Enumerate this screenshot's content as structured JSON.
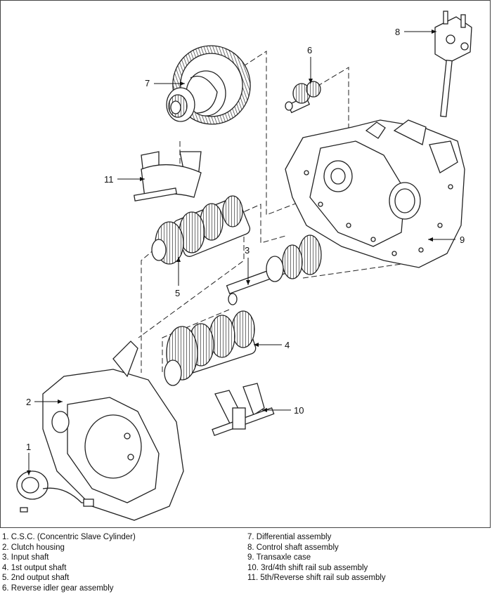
{
  "callouts": {
    "c1": "1",
    "c2": "2",
    "c3": "3",
    "c4": "4",
    "c5": "5",
    "c6": "6",
    "c7": "7",
    "c8": "8",
    "c9": "9",
    "c10": "10",
    "c11": "11"
  },
  "legend": {
    "left": [
      "1. C.S.C. (Concentric Slave Cylinder)",
      "2. Clutch housing",
      "3. Input shaft",
      "4. 1st output shaft",
      "5. 2nd output shaft",
      "6. Reverse idler gear assembly"
    ],
    "right": [
      "7. Differential assembly",
      "8. Control shaft assembly",
      "9. Transaxle case",
      "10. 3rd/4th shift rail sub assembly",
      "11. 5th/Reverse shift rail sub assembly"
    ]
  }
}
